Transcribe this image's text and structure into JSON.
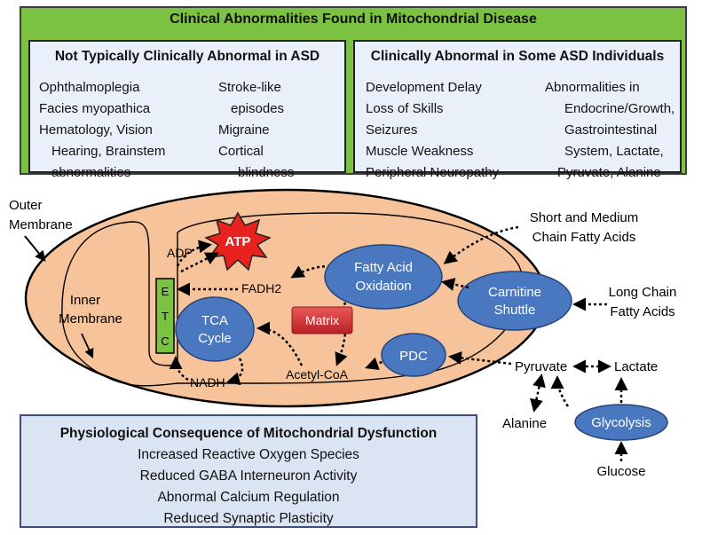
{
  "title": "Clinical Abnormalities Found in  Mitochondrial Disease",
  "left_box": {
    "heading": "Not Typically Clinically Abnormal in ASD",
    "col1": [
      "Ophthalmoplegia",
      "Facies myopathica",
      "Hematology, Vision",
      "Hearing, Brainstem",
      "abnormalities"
    ],
    "col2": [
      "Stroke-like",
      "episodes",
      "Migraine",
      "Cortical",
      "blindness"
    ]
  },
  "right_box": {
    "heading": "Clinically Abnormal in Some ASD Individuals",
    "col1": [
      "Development Delay",
      "Loss of Skills",
      "Seizures",
      "Muscle Weakness",
      "Peripheral Neuropathy"
    ],
    "col2": [
      "Abnormalities in",
      "Endocrine/Growth,",
      "Gastrointestinal",
      "System, Lactate,",
      "Pyruvate, Alanine"
    ]
  },
  "diagram": {
    "outer_membrane": [
      "Outer",
      "Membrane"
    ],
    "inner_membrane": [
      "Inner",
      "Membrane"
    ],
    "adp": "ADP",
    "atp": "ATP",
    "etc": [
      "E",
      "T",
      "C"
    ],
    "fadh2": "FADH2",
    "nadh": "NADH",
    "tca": [
      "TCA",
      "Cycle"
    ],
    "matrix": "Matrix",
    "fatty_acid_oxidation": [
      "Fatty Acid",
      "Oxidation"
    ],
    "carnitine_shuttle": [
      "Carnitine",
      "Shuttle"
    ],
    "pdc": "PDC",
    "acetyl_coa": "Acetyl-CoA",
    "short_medium": [
      "Short and Medium",
      "Chain Fatty Acids"
    ],
    "long_chain": [
      "Long Chain",
      "Fatty Acids"
    ],
    "pyruvate": "Pyruvate",
    "lactate": "Lactate",
    "alanine": "Alanine",
    "glycolysis": "Glycolysis",
    "glucose": "Glucose"
  },
  "consequences": {
    "title": "Physiological Consequence of Mitochondrial Dysfunction",
    "items": [
      "Increased Reactive Oxygen Species",
      "Reduced GABA Interneuron Activity",
      "Abnormal Calcium Regulation",
      "Reduced Synaptic Plasticity"
    ]
  },
  "colors": {
    "panel_green": "#7cc242",
    "mito_fill": "#f7c39a",
    "node_blue": "#4a78c0",
    "etc_green": "#7cc242",
    "atp_red": "#e8221f",
    "matrix_red": "#d9363a"
  }
}
